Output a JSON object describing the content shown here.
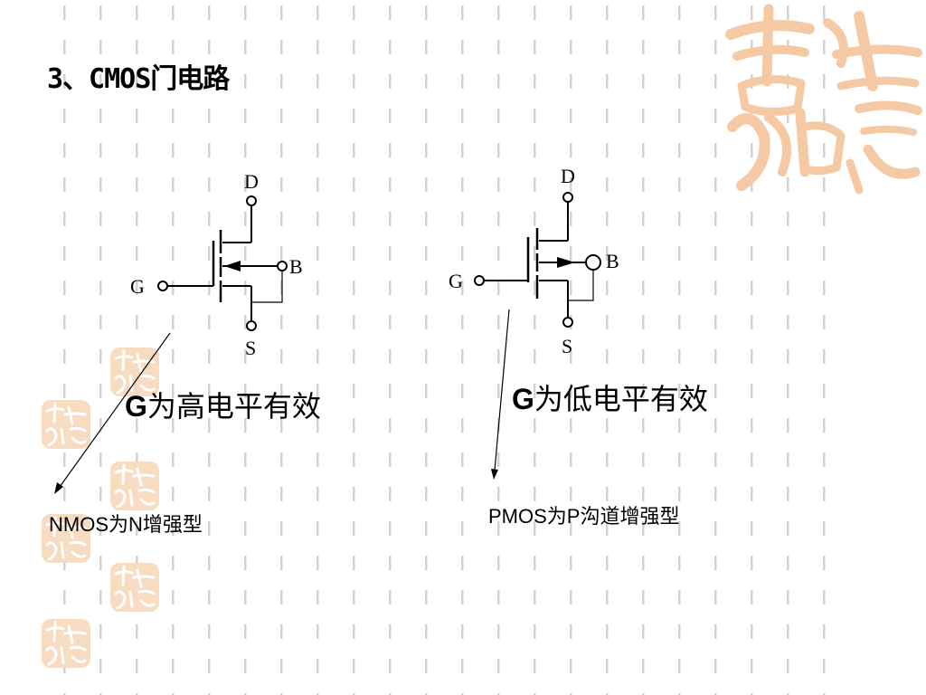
{
  "slide": {
    "title": "3、CMOS门电路"
  },
  "nmos": {
    "pins": {
      "d": "D",
      "g": "G",
      "s": "S",
      "b": "B"
    },
    "gate_caption_bold": "G",
    "gate_caption_rest": "为高电平有效",
    "type_caption": "NMOS为N增强型"
  },
  "pmos": {
    "pins": {
      "d": "D",
      "g": "G",
      "s": "S",
      "b": "B"
    },
    "gate_caption_bold": "G",
    "gate_caption_rest": "为低电平有效",
    "type_caption": "PMOS为P沟道增强型"
  },
  "theme": {
    "seal_color": "#f4c9a3",
    "seal_color_light": "#f8dcc2",
    "pattern_color": "#d2d2d2",
    "line_color": "#000000"
  },
  "decorations": {
    "seal_icon": "auspicious-seal-icon"
  }
}
